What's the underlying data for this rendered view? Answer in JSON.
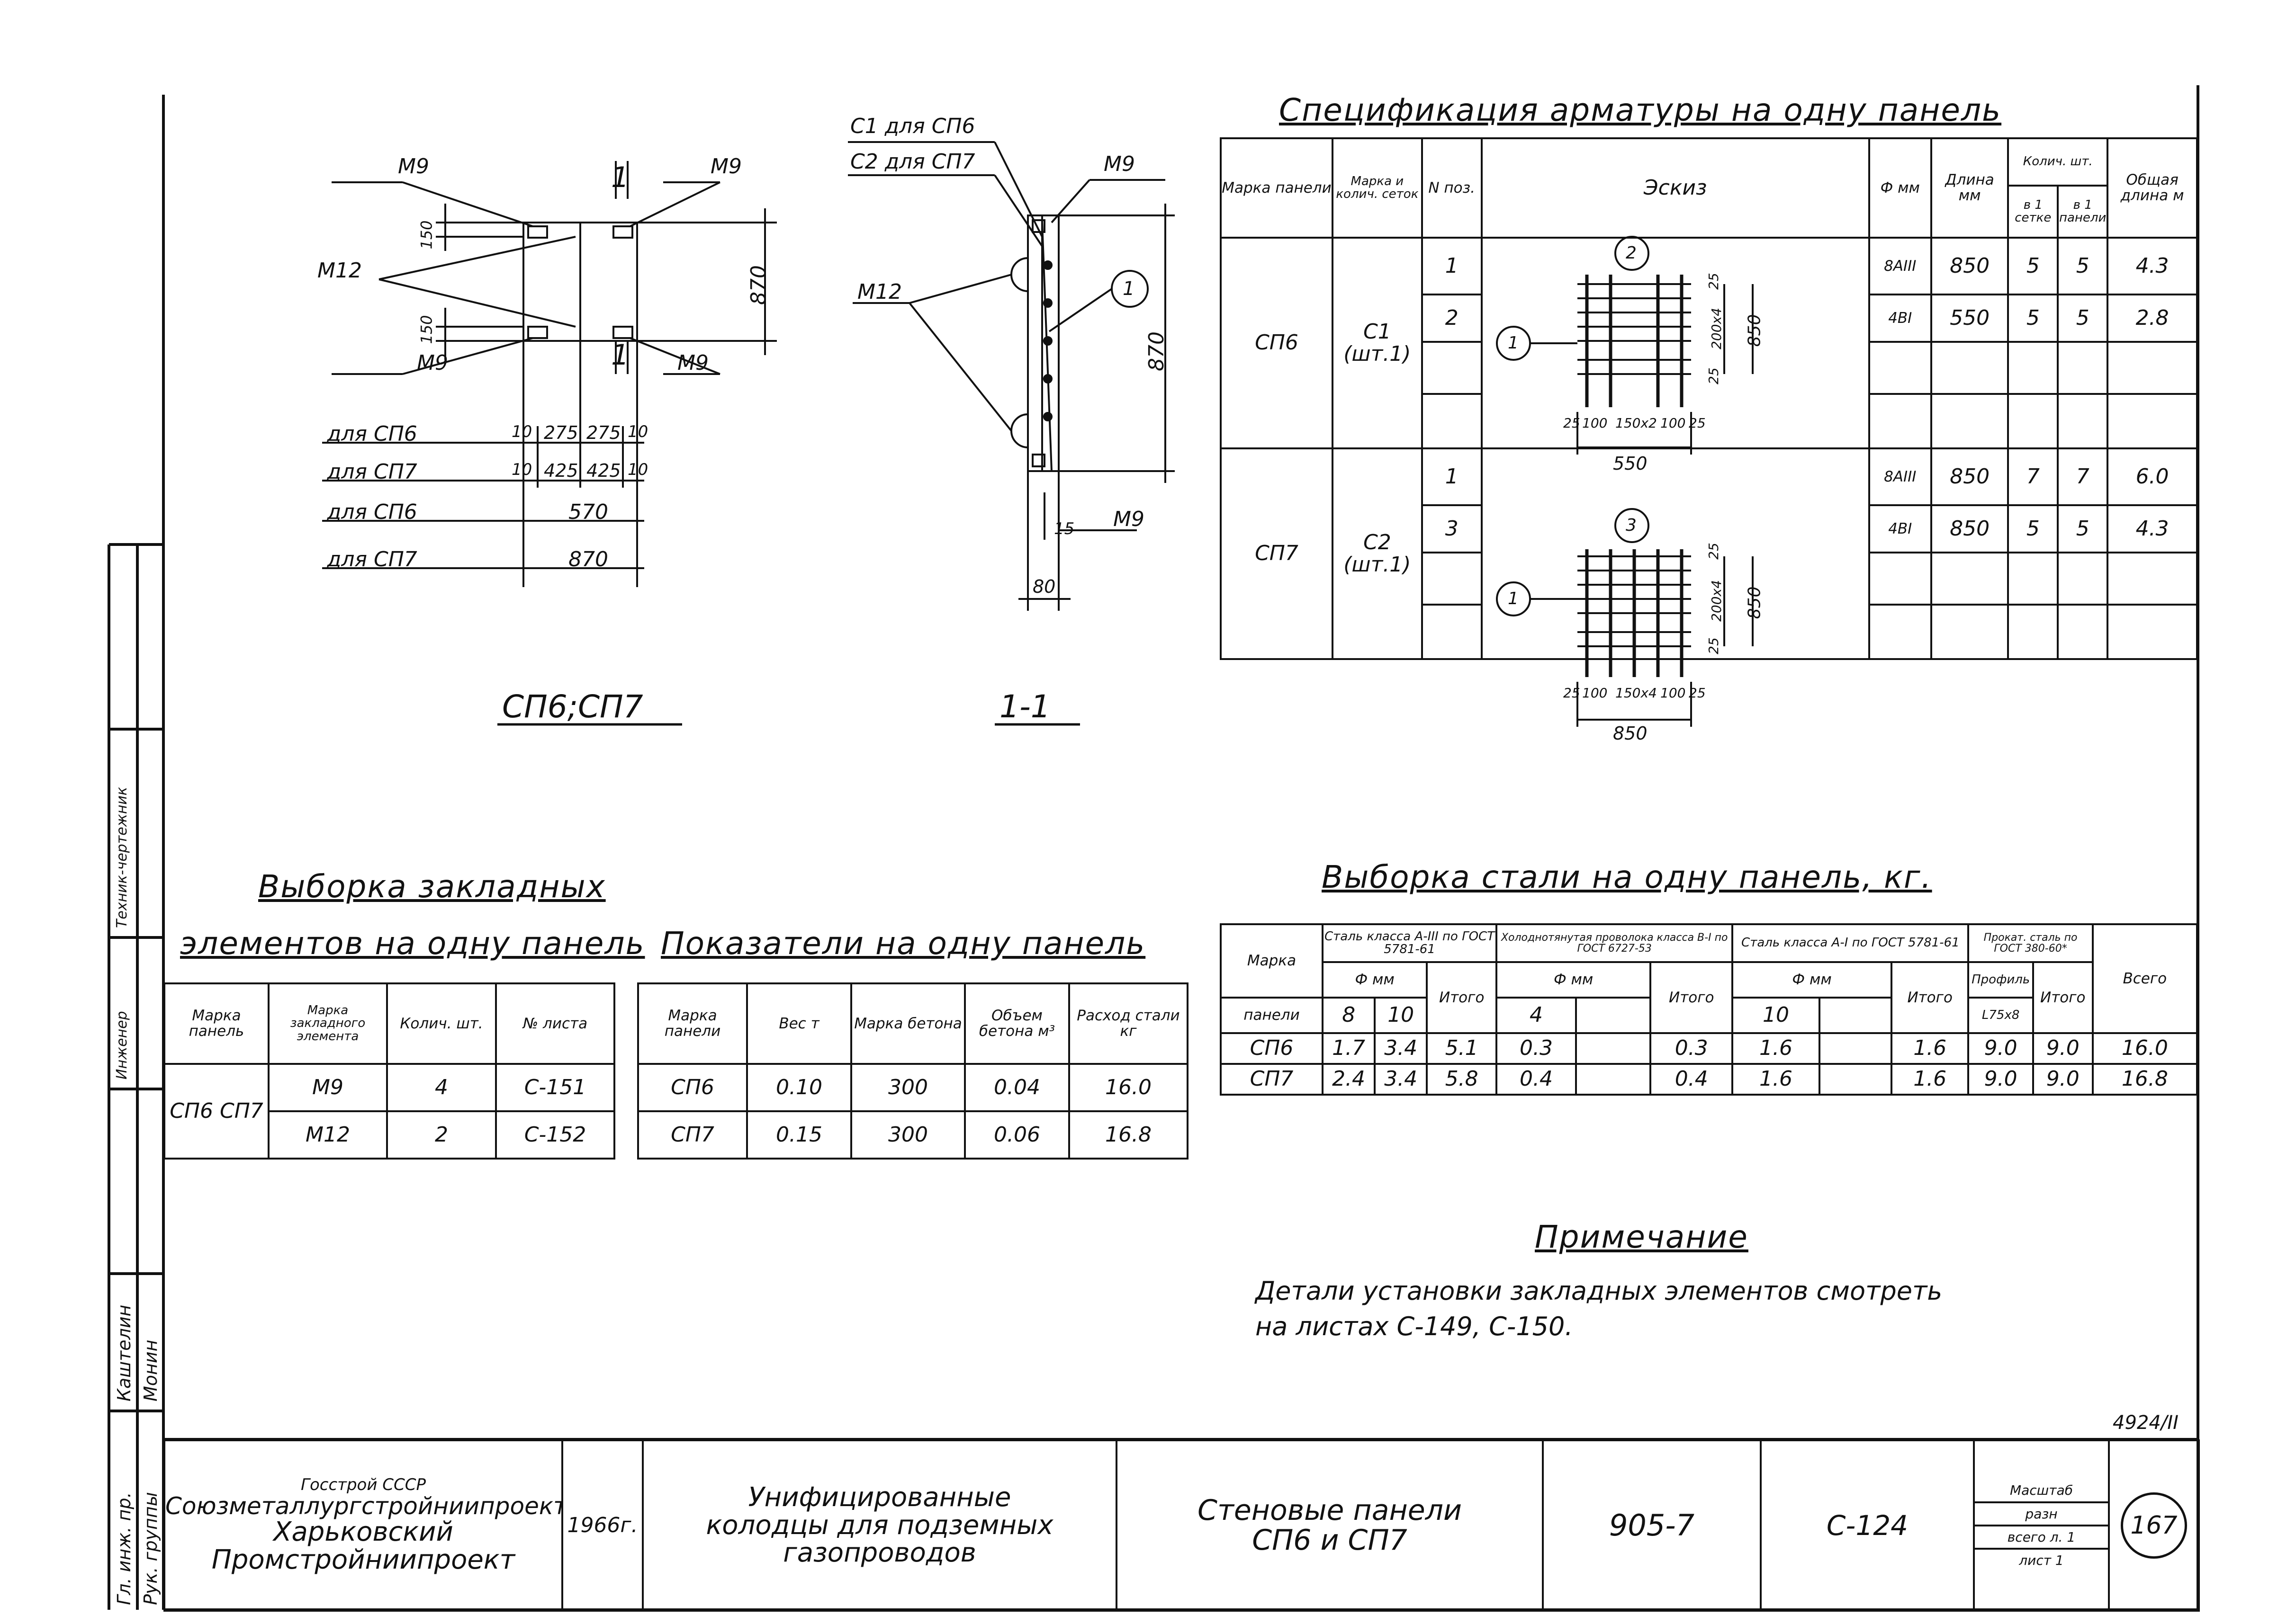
{
  "drawing_main": {
    "marks": {
      "m9": "М9",
      "m12": "М12",
      "section": "1",
      "c1": "С1 для СП6",
      "c2": "С2 для СП7",
      "pos1": "1"
    },
    "dims": {
      "d150a": "150",
      "d150b": "150",
      "d870": "870",
      "d870b": "870",
      "d15": "15",
      "d80": "80"
    },
    "dim_rows": [
      {
        "label": "для СП6",
        "a": "10",
        "b": "275",
        "c": "275",
        "d": "10"
      },
      {
        "label": "для СП7",
        "a": "10",
        "b": "425",
        "c": "425",
        "d": "10"
      },
      {
        "label": "для СП6",
        "total": "570"
      },
      {
        "label": "для СП7",
        "total": "870"
      }
    ],
    "caption_view": "СП6;СП7",
    "caption_section": "1-1"
  },
  "spec": {
    "title": "Спецификация арматуры на одну панель",
    "headers": {
      "mark": "Марка панели",
      "mesh": "Марка и колич. сеток",
      "pos": "N поз.",
      "sketch": "Эскиз",
      "phi": "Ф мм",
      "length": "Длина мм",
      "qty": "Колич. шт.",
      "qty_mesh": "в 1 сетке",
      "qty_panel": "в 1 панели",
      "total": "Общая длина м"
    },
    "rows": [
      {
        "panel": "СП6",
        "mesh": "С1",
        "mesh_qty": "(шт.1)",
        "items": [
          {
            "pos": "1",
            "phi": "8АIII",
            "length": "850",
            "per_mesh": "5",
            "per_panel": "5",
            "total": "4.3"
          },
          {
            "pos": "2",
            "phi": "4ВI",
            "length": "550",
            "per_mesh": "5",
            "per_panel": "5",
            "total": "2.8"
          }
        ],
        "sketch": {
          "top_pos": "2",
          "side_pos": "1",
          "d25a": "25",
          "d200": "200х4",
          "d25b": "25",
          "d850": "850",
          "b25": "25",
          "b100a": "100",
          "b150": "150х2",
          "b100b": "100",
          "b25b": "25",
          "width": "550"
        }
      },
      {
        "panel": "СП7",
        "mesh": "С2",
        "mesh_qty": "(шт.1)",
        "items": [
          {
            "pos": "1",
            "phi": "8АIII",
            "length": "850",
            "per_mesh": "7",
            "per_panel": "7",
            "total": "6.0"
          },
          {
            "pos": "3",
            "phi": "4ВI",
            "length": "850",
            "per_mesh": "5",
            "per_panel": "5",
            "total": "4.3"
          }
        ],
        "sketch": {
          "top_pos": "3",
          "side_pos": "1",
          "d25a": "25",
          "d200": "200х4",
          "d25b": "25",
          "d850": "850",
          "b25": "25",
          "b100a": "100",
          "b150": "150х4",
          "b100b": "100",
          "b25b": "25",
          "width": "850"
        }
      }
    ]
  },
  "embedded": {
    "title1": "Выборка закладных",
    "title2": "элементов на одну панель",
    "headers": {
      "panel": "Марка панель",
      "element": "Марка закладного элемента",
      "qty": "Колич. шт.",
      "sheet": "№ листа"
    },
    "panels": "СП6 СП7",
    "rows": [
      {
        "element": "М9",
        "qty": "4",
        "sheet": "С-151"
      },
      {
        "element": "М12",
        "qty": "2",
        "sheet": "С-152"
      }
    ]
  },
  "indicators": {
    "title": "Показатели на одну панель",
    "headers": {
      "panel": "Марка панели",
      "weight": "Вес т",
      "concrete": "Марка бетона",
      "volume": "Объем бетона м³",
      "steel": "Расход стали кг"
    },
    "rows": [
      {
        "panel": "СП6",
        "weight": "0.10",
        "concrete": "300",
        "volume": "0.04",
        "steel": "16.0"
      },
      {
        "panel": "СП7",
        "weight": "0.15",
        "concrete": "300",
        "volume": "0.06",
        "steel": "16.8"
      }
    ]
  },
  "steel": {
    "title": "Выборка стали на одну панель, кг.",
    "headers": {
      "mark": "Марка",
      "panel": "панели",
      "g1": "Сталь класса А-III по ГОСТ 5781-61",
      "g2": "Холоднотянутая проволока класса В-I по ГОСТ 6727-53",
      "g3": "Сталь класса А-I по ГОСТ 5781-61",
      "g4": "Прокат. сталь по ГОСТ 380-60*",
      "phi": "Ф мм",
      "itogo": "Итого",
      "profile": "Профиль",
      "profile_v": "L75х8",
      "vsego": "Всего",
      "d8": "8",
      "d10": "10",
      "d4": "4",
      "d10b": "10"
    },
    "rows": [
      {
        "panel": "СП6",
        "a8": "1.7",
        "a10": "3.4",
        "a_it": "5.1",
        "b4": "0.3",
        "b_it": "0.3",
        "c10": "1.6",
        "c_it": "1.6",
        "p": "9.0",
        "p_it": "9.0",
        "all": "16.0"
      },
      {
        "panel": "СП7",
        "a8": "2.4",
        "a10": "3.4",
        "a_it": "5.8",
        "b4": "0.4",
        "b_it": "0.4",
        "c10": "1.6",
        "c_it": "1.6",
        "p": "9.0",
        "p_it": "9.0",
        "all": "16.8"
      }
    ]
  },
  "note": {
    "title": "Примечание",
    "line1": "Детали установки закладных элементов смотреть",
    "line2": "на листах С-149, С-150."
  },
  "stamp": {
    "org_top": "Госстрой СССР",
    "org1": "Союзметаллургстройниипроект",
    "org2": "Харьковский",
    "org3": "Промстройниипроект",
    "year": "1966г.",
    "project1": "Унифицированные",
    "project2": "колодцы для подземных",
    "project3": "газопроводов",
    "sheet_title1": "Стеновые панели",
    "sheet_title2": "СП6 и СП7",
    "series": "905-7",
    "code": "С-124",
    "scale_label": "Масштаб",
    "scale_val": "разн",
    "sheets_total": "всего л. 1",
    "sheet_no": "лист 1",
    "page": "167",
    "archive": "4924/II"
  },
  "side_stamp": {
    "role1": "Гл. инж. пр.",
    "role2": "Рук. группы",
    "name1": "Каштелин",
    "name2": "Монин",
    "role3": "Инженер",
    "role4": "Техник-чертежник"
  }
}
